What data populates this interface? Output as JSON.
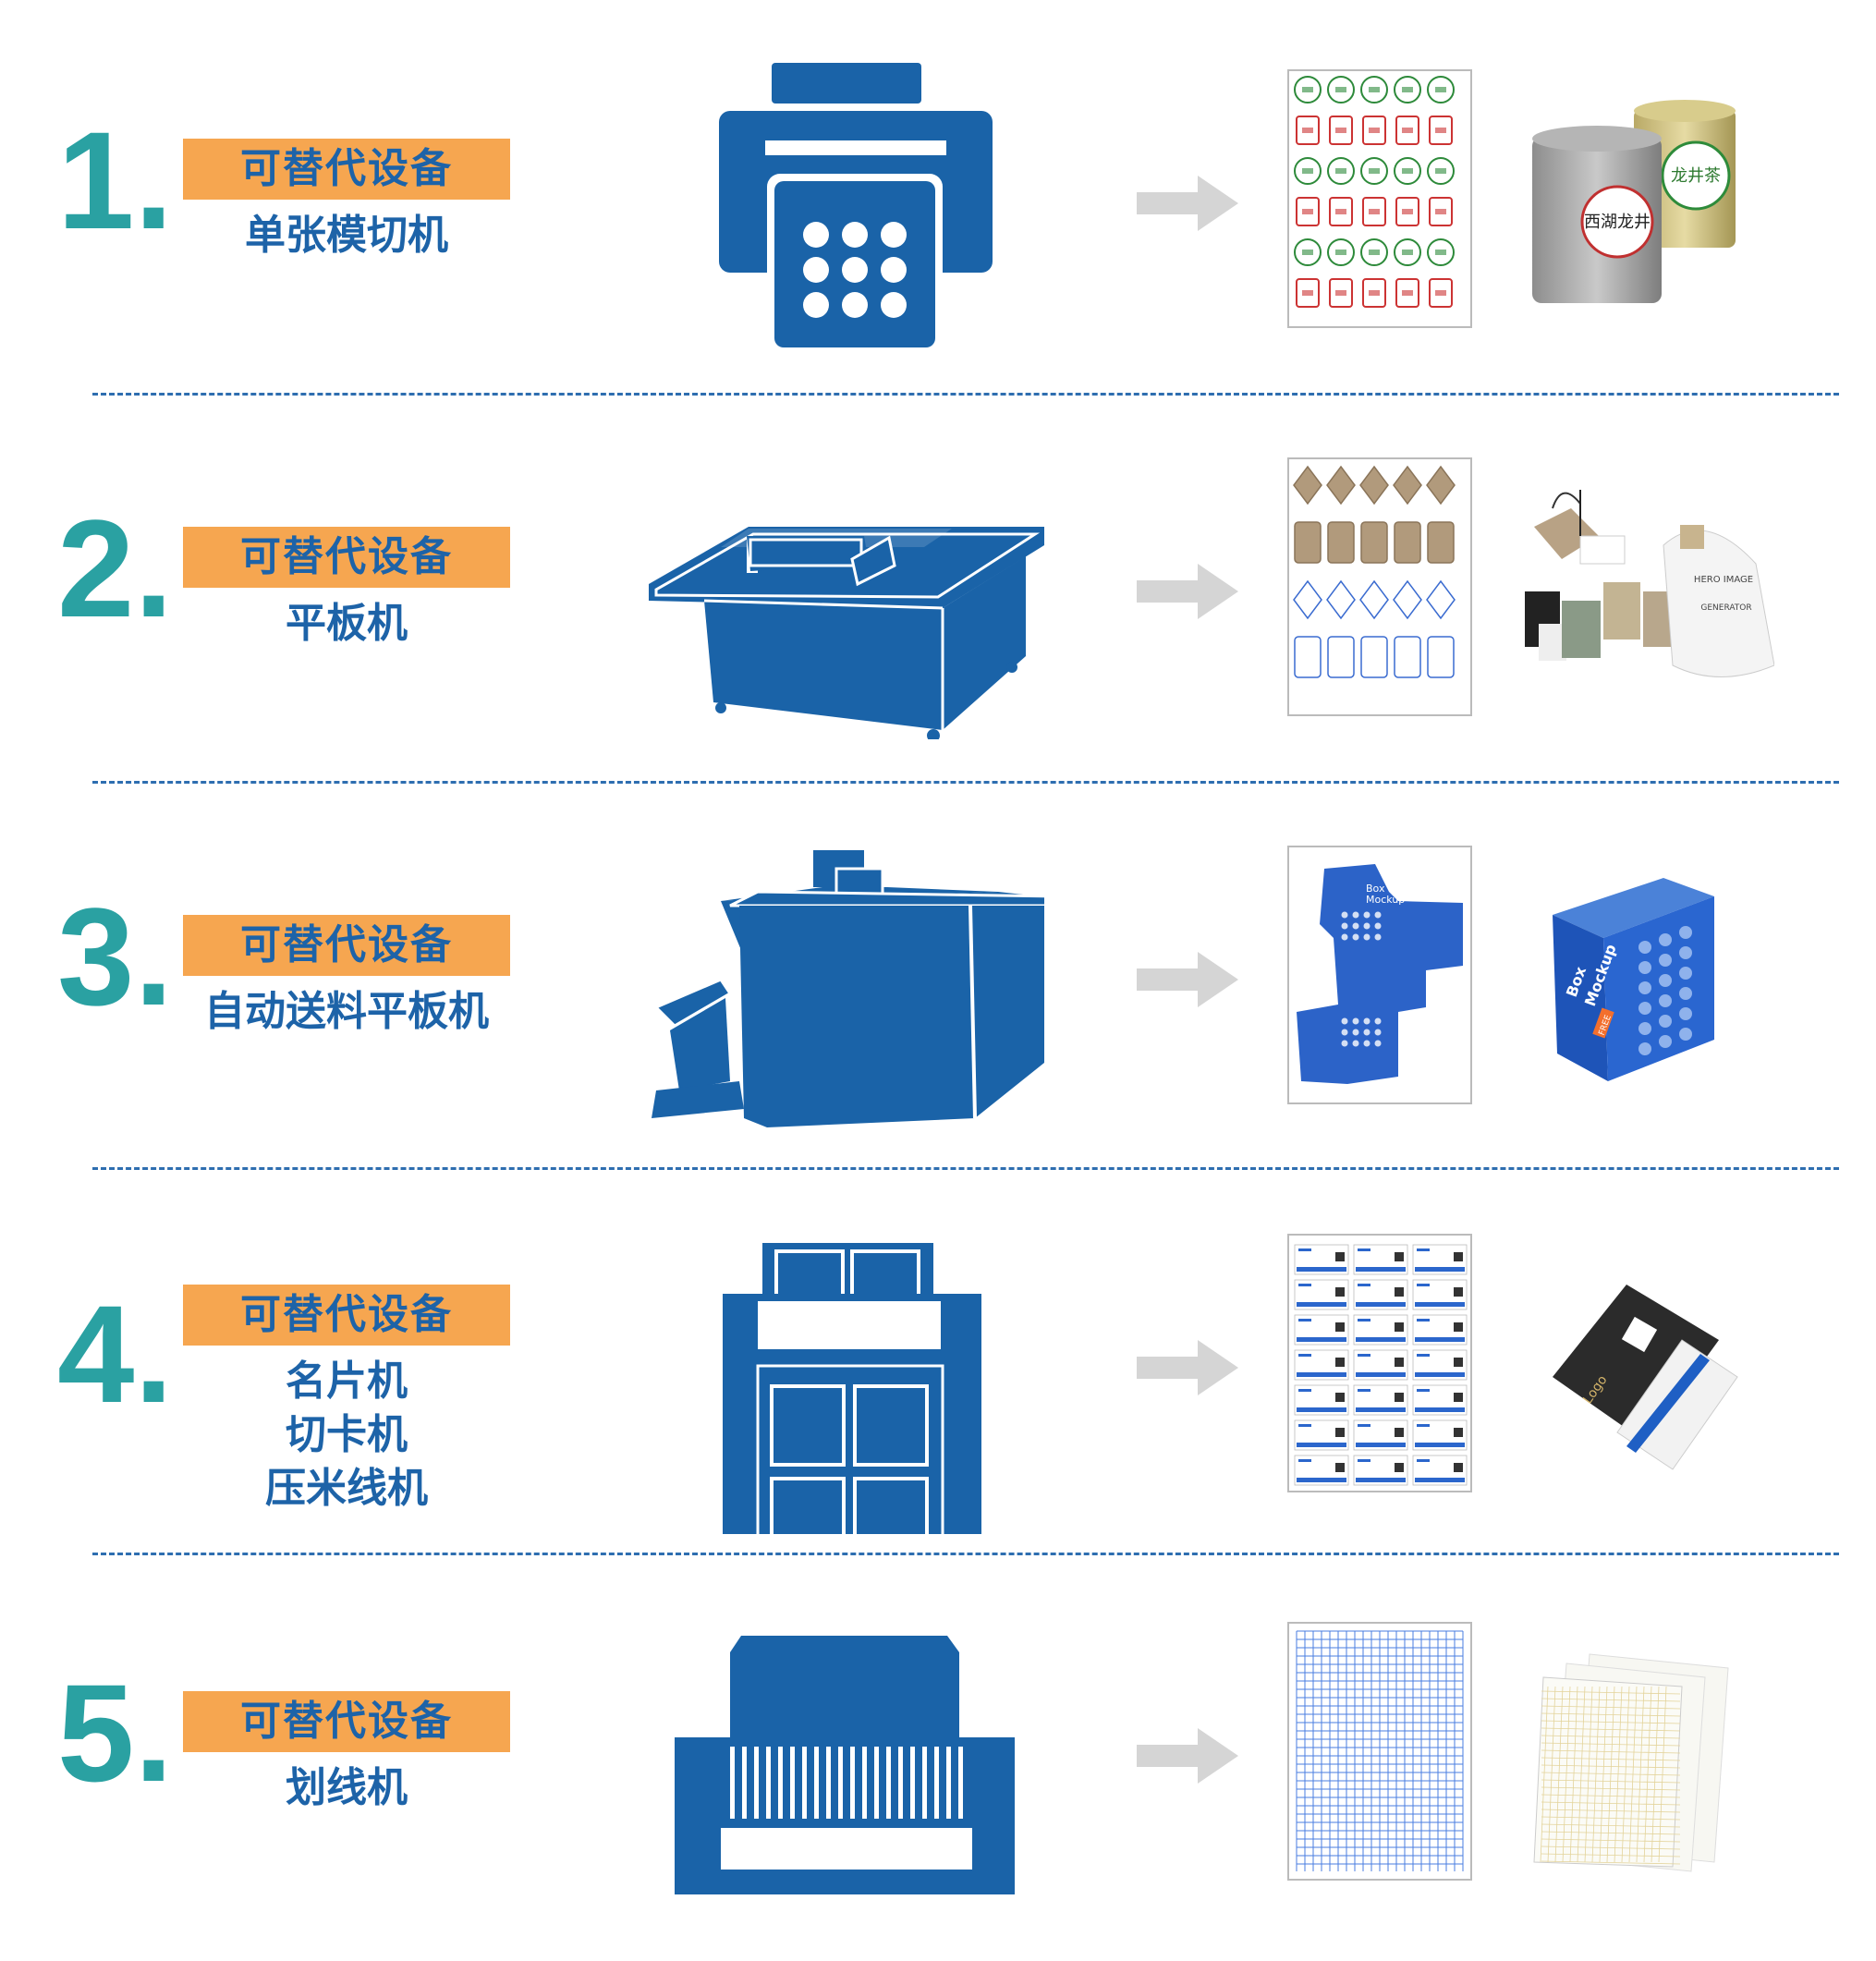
{
  "badge_text": "可替代设备",
  "colors": {
    "number": "#2aa1a2",
    "badge_bg": "#f6a650",
    "text": "#1d63a8",
    "machine": "#1a63a8",
    "arrow": "#d5d5d5"
  },
  "rows": [
    {
      "number": "1.",
      "names": [
        "单张模切机"
      ],
      "machine_icon": "printer-icon",
      "sample": "sticker-sheet",
      "product": "tea-tins",
      "product_texts": [
        "西湖龙井",
        "龙井茶"
      ]
    },
    {
      "number": "2.",
      "names": [
        "平板机"
      ],
      "machine_icon": "flatbed-cutter-icon",
      "sample": "tag-sheet",
      "product": "hang-tags",
      "product_texts": [
        "HERO IMAGE",
        "GENERATOR"
      ]
    },
    {
      "number": "3.",
      "names": [
        "自动送料平板机"
      ],
      "machine_icon": "auto-feed-flatbed-icon",
      "sample": "box-dieline-sheet",
      "product": "mockup-box",
      "product_texts": [
        "Box",
        "Mockup",
        "FREE"
      ]
    },
    {
      "number": "4.",
      "names": [
        "名片机",
        "切卡机",
        "压米线机"
      ],
      "machine_icon": "card-cutter-icon",
      "sample": "business-card-sheet",
      "product": "business-cards",
      "product_texts": [
        "Logo"
      ]
    },
    {
      "number": "5.",
      "names": [
        "划线机"
      ],
      "machine_icon": "line-marking-machine-icon",
      "sample": "grid-sheet",
      "product": "grid-paper-stack",
      "product_texts": []
    }
  ]
}
